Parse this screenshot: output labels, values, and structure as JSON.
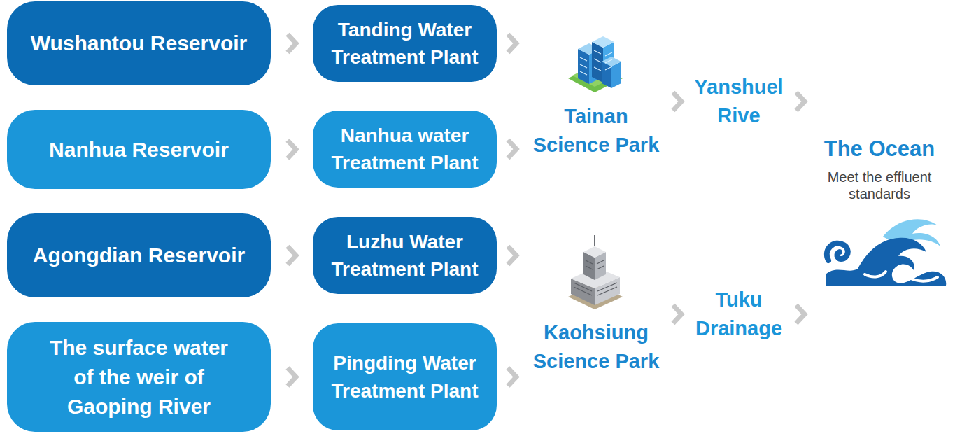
{
  "diagram": {
    "nodes": [
      {
        "text": [
          "Wushantou Reservoir"
        ]
      },
      {
        "text": [
          "Tanding Water Treatment Plant"
        ]
      },
      {
        "text": [
          "Nanhua Reservoir"
        ]
      },
      {
        "text": [
          "Nanhua water Treatment Plant"
        ]
      },
      {
        "text": [
          "Agongdian Reservoir"
        ]
      },
      {
        "text": [
          "Luzhu Water Treatment Plant"
        ]
      },
      {
        "text": [
          "The surface water of the weir of Gaoping River"
        ]
      },
      {
        "text": [
          "Pingding Water Treatment Plant"
        ]
      },
      {
        "text": [
          "Tainan Science Park"
        ]
      },
      {
        "text": [
          "Yanshuel Rive"
        ]
      },
      {
        "text": [
          "Kaohsiung Science Park"
        ]
      },
      {
        "text": [
          "Tuku Drainage"
        ]
      },
      {
        "text": [
          "The Ocean",
          "Meet the effluent standards"
        ]
      }
    ],
    "edges": [
      {
        "from": 0,
        "to": 1,
        "arrow": "to"
      },
      {
        "from": 1,
        "to": 8,
        "arrow": "to"
      },
      {
        "from": 2,
        "to": 3,
        "arrow": "to"
      },
      {
        "from": 3,
        "to": 8,
        "arrow": "to"
      },
      {
        "from": 4,
        "to": 5,
        "arrow": "to"
      },
      {
        "from": 5,
        "to": 10,
        "arrow": "to"
      },
      {
        "from": 6,
        "to": 7,
        "arrow": "to"
      },
      {
        "from": 7,
        "to": 10,
        "arrow": "to"
      },
      {
        "from": 8,
        "to": 9,
        "arrow": "to"
      },
      {
        "from": 9,
        "to": 12,
        "arrow": "to"
      },
      {
        "from": 10,
        "to": 11,
        "arrow": "to"
      },
      {
        "from": 11,
        "to": 12,
        "arrow": "to"
      }
    ]
  }
}
